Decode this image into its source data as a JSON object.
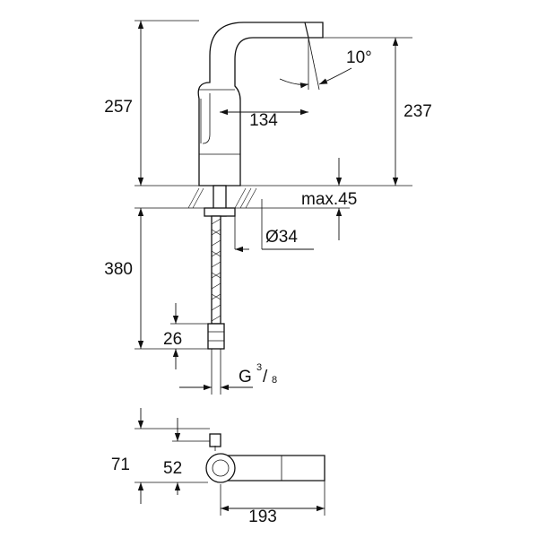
{
  "dimensions": {
    "total_height": "257",
    "spout_height": "237",
    "angle": "10°",
    "spout_reach": "134",
    "max_deck": "max.45",
    "hole_diameter": "Ø34",
    "hose_length": "380",
    "fitting": "26",
    "thread_prefix": "G",
    "thread_num": "3",
    "thread_den": "8",
    "top_depth": "71",
    "top_center": "52",
    "top_length": "193"
  }
}
